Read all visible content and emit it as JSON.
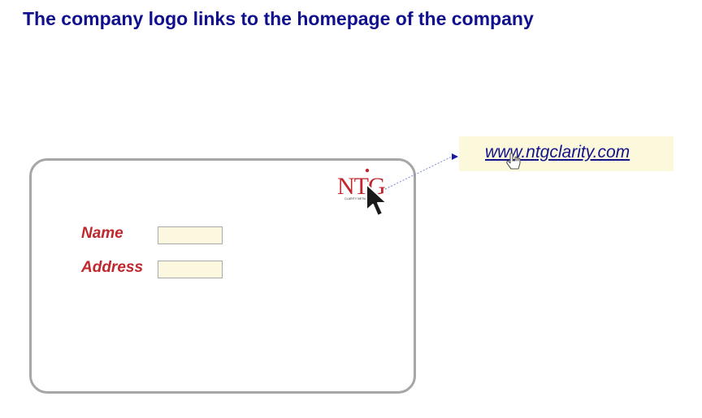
{
  "heading": "The company logo links to the homepage of the company",
  "form": {
    "name_label": "Name",
    "address_label": "Address",
    "name_value": "",
    "address_value": ""
  },
  "logo": {
    "text": "NTG",
    "tagline": "CLARITY NETWORKS INC."
  },
  "callout": {
    "url": "www.ntgclarity.com"
  },
  "colors": {
    "heading": "#10108f",
    "label": "#c0272d",
    "logo": "#c0272d",
    "input_bg": "#fbf8df",
    "callout_bg": "#fbf8dc",
    "link": "#13138a",
    "card_border": "#a6a6a6"
  },
  "icons": {
    "mouse_cursor": "arrow-cursor-icon",
    "hand_cursor": "hand-cursor-icon",
    "pointer_arrow": "arrowhead-icon"
  }
}
